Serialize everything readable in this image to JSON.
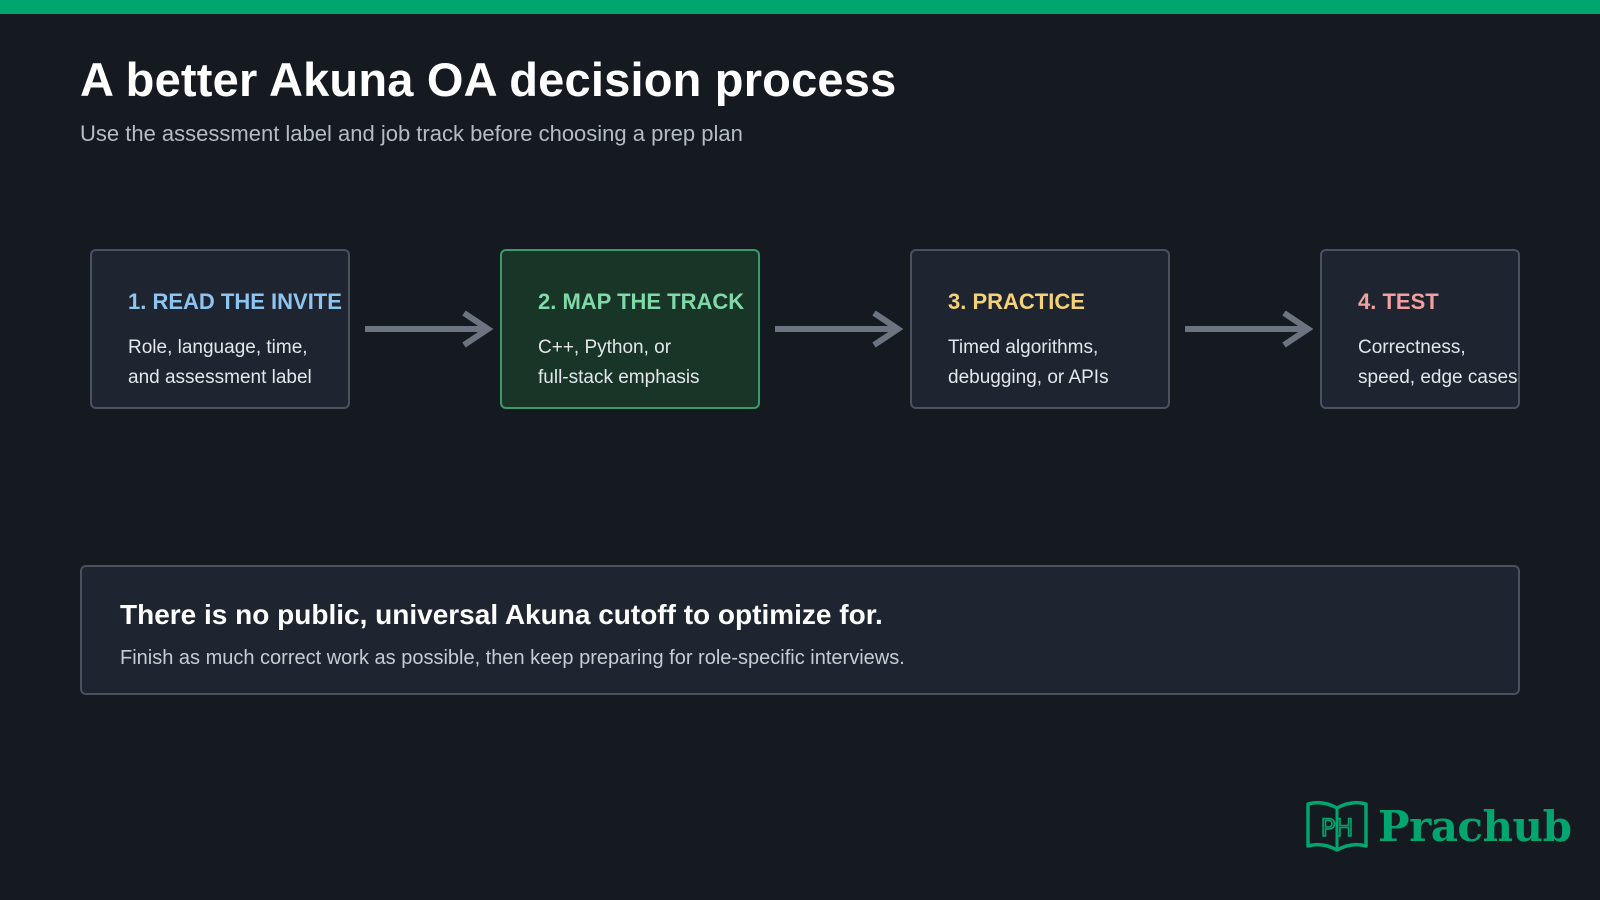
{
  "header": {
    "title": "A better Akuna OA decision process",
    "subtitle": "Use the assessment label and job track before choosing a prep plan"
  },
  "steps": [
    {
      "title": "1. READ THE INVITE",
      "line1": "Role, language, time,",
      "line2": "and assessment label",
      "color": "#8ec5f0"
    },
    {
      "title": "2. MAP THE TRACK",
      "line1": "C++, Python, or",
      "line2": "full-stack emphasis",
      "color": "#7fd9a8"
    },
    {
      "title": "3. PRACTICE",
      "line1": "Timed algorithms,",
      "line2": "debugging, or APIs",
      "color": "#f3d27a"
    },
    {
      "title": "4. TEST",
      "line1": "Correctness,",
      "line2": "speed, edge cases",
      "color": "#f2a0a0"
    }
  ],
  "callout": {
    "headline": "There is no public, universal Akuna cutoff to optimize for.",
    "text": "Finish as much correct work as possible, then keep preparing for role-specific interviews."
  },
  "brand": {
    "mark_text": "PH",
    "name": "Prachub",
    "color": "#00a66e",
    "icon": "book-icon"
  },
  "colors": {
    "accent": "#00a66e",
    "background": "#151a21",
    "arrow": "#6b7480"
  }
}
